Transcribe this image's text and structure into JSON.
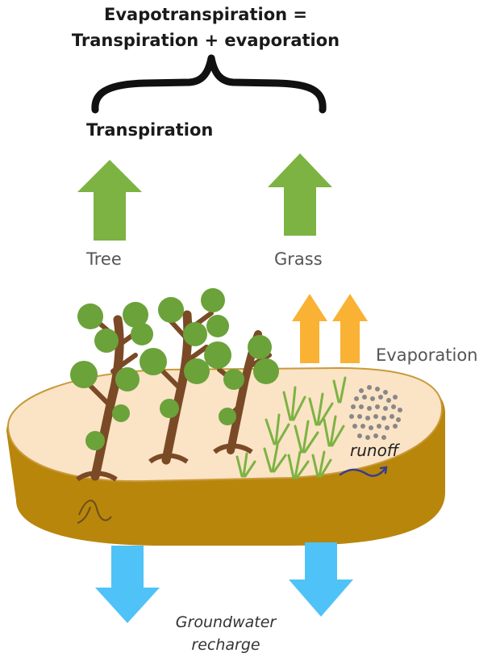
{
  "title": {
    "line1": "Evapotranspiration =",
    "line2": "Transpiration + evaporation"
  },
  "labels": {
    "transpiration": "Transpiration",
    "tree": "Tree",
    "grass": "Grass",
    "evaporation": "Evaporation",
    "runoff": "runoff",
    "groundwater_line1": "Groundwater",
    "groundwater_line2": "recharge"
  },
  "colors": {
    "transpiration_arrow": "#7cb342",
    "evaporation_arrow": "#f9b233",
    "groundwater_arrow": "#4fc3f7",
    "soil_top": "#fbe3c6",
    "soil_side": "#b8860b",
    "tree_trunk": "#7a4a26",
    "foliage": "#6ba23a",
    "runoff_dots": "#888888",
    "runoff_arrow": "#3b3b8f"
  },
  "icons": [
    "tree-icon",
    "grass-tuft-icon",
    "runoff-dots-icon",
    "brace-icon"
  ]
}
